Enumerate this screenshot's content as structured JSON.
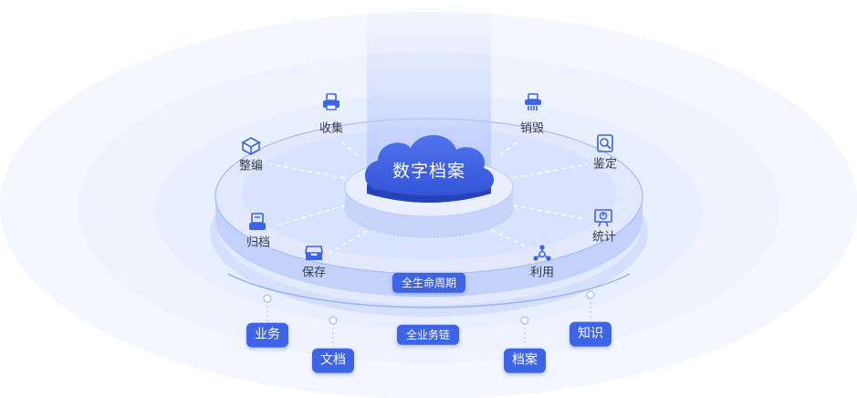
{
  "center": {
    "title": "数字档案"
  },
  "lifecycle": {
    "badge": "全生命周期",
    "items": [
      {
        "label": "收集",
        "icon": "printer-icon"
      },
      {
        "label": "销毁",
        "icon": "shredder-icon"
      },
      {
        "label": "整编",
        "icon": "box-icon"
      },
      {
        "label": "鉴定",
        "icon": "appraise-search-icon"
      },
      {
        "label": "归档",
        "icon": "file-cabinet-icon"
      },
      {
        "label": "统计",
        "icon": "presentation-chart-icon"
      },
      {
        "label": "保存",
        "icon": "inbox-tray-icon"
      },
      {
        "label": "利用",
        "icon": "network-nodes-icon"
      }
    ]
  },
  "chain": {
    "badge": "全业务链",
    "items": [
      "业务",
      "文档",
      "档案",
      "知识"
    ]
  },
  "colors": {
    "accent": "#3d63e6",
    "cloud": "#3a5fe0",
    "cloud_dark": "#2742b8",
    "disc_light": "#dde6fe",
    "disc_edge": "#bccbf8",
    "halo": "#eef3ff"
  }
}
